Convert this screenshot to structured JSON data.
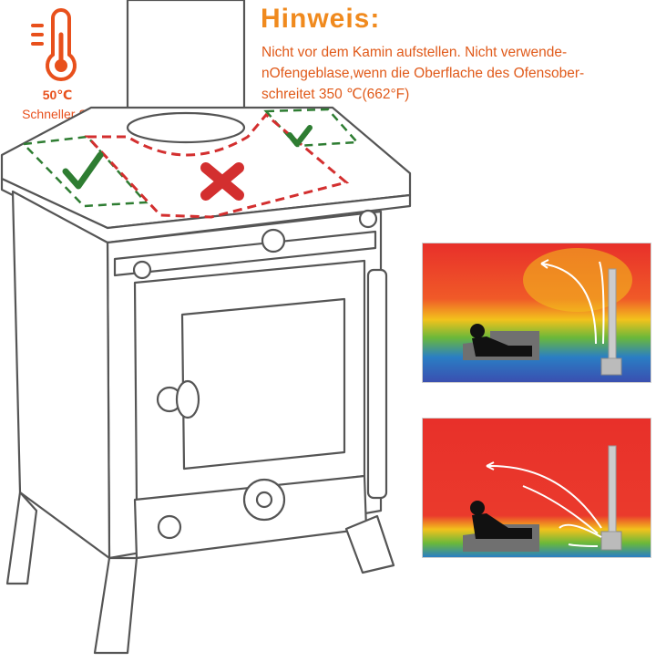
{
  "badge": {
    "icon": "thermometer-icon",
    "temperature": "50℃",
    "label": "Schneller Start",
    "color": "#e8501c"
  },
  "notice": {
    "title": "Hinweis:",
    "lines": [
      "Nicht vor dem Kamin aufstellen. Nicht verwende-",
      "nOfengeblase,wenn die Oberflache des Ofensober-",
      "schreitet 350 ℃(662°F)"
    ],
    "title_color": "#f08a1e",
    "text_color": "#e05a1a"
  },
  "stove": {
    "allowed_marks": [
      "checkmark-icon",
      "checkmark-icon"
    ],
    "forbidden_mark": "cross-icon",
    "allowed_color": "#2e7d32",
    "forbidden_color": "#d32f2f"
  },
  "heatmaps": [
    {
      "scene": "without-fan",
      "icons": [
        "person-reading-icon",
        "stove-fan-icon",
        "air-flow-arrows-icon"
      ]
    },
    {
      "scene": "with-fan",
      "icons": [
        "person-reading-icon",
        "stove-fan-icon",
        "air-flow-arrows-icon"
      ]
    }
  ]
}
